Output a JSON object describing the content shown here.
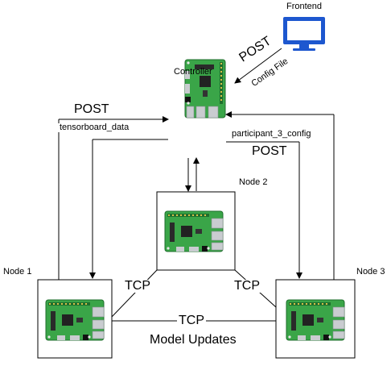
{
  "colors": {
    "line": "#000000",
    "monitor": "#1d57cf",
    "board": "#3aa548",
    "board_dark": "#1f6e2c",
    "chip": "#222222",
    "metal": "#c9ccd0"
  },
  "icons": {
    "frontend": "monitor-icon",
    "device": "raspberry-pi-board-icon"
  },
  "nodes": {
    "frontend": "Frontend",
    "controller": "Controller",
    "node1": "Node 1",
    "node2": "Node 2",
    "node3": "Node 3"
  },
  "edges": {
    "frontend_post": "POST",
    "frontend_config": "Config File",
    "left_post": "POST",
    "left_payload": "tensorboard_data",
    "right_payload": "participant_3_config",
    "right_post": "POST",
    "tcp_left": "TCP",
    "tcp_right": "TCP",
    "tcp_bottom": "TCP",
    "model_updates": "Model Updates"
  }
}
